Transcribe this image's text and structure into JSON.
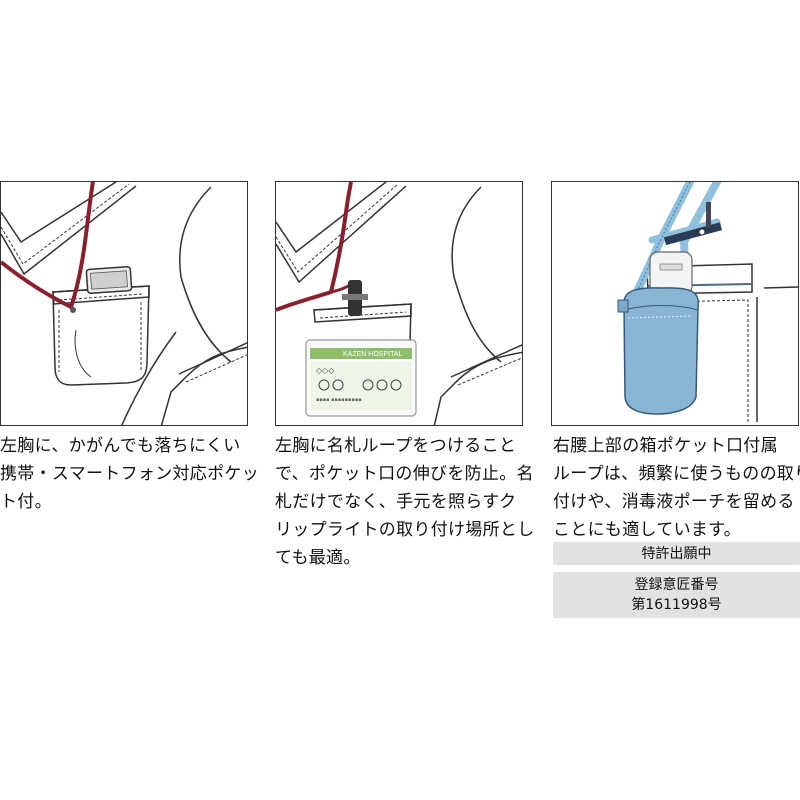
{
  "panels": {
    "left": {
      "caption_lines": [
        "左胸に、かがんでも落ちにくい",
        "携帯・スマートフォン対応ポケッ",
        "ト付。"
      ]
    },
    "middle": {
      "badge_text": "KAZEN HOSPITAL",
      "badge_symbols": "◇◇◇",
      "caption_lines": [
        "左胸に名札ループをつけること",
        "で、ポケット口の伸びを防止。名",
        "札だけでなく、手元を照らすク",
        "リップライトの取り付け場所とし",
        "ても最適。"
      ]
    },
    "right": {
      "caption_lines": [
        "右腰上部の箱ポケット口付属",
        "ループは、頻繁に使うものの取り",
        "付けや、消毒液ポーチを留める",
        "ことにも適しています。"
      ],
      "patent_label": "特許出願中",
      "design_label": "登録意匠番号",
      "design_number": "第1611998号"
    }
  },
  "colors": {
    "lanyard": "#8a1f2e",
    "strap_blue": "#8fc0dd",
    "pouch_blue": "#8ab6d6",
    "badge_green": "#8dbf6a",
    "label_gray": "#e2e2e2",
    "line": "#333333"
  }
}
